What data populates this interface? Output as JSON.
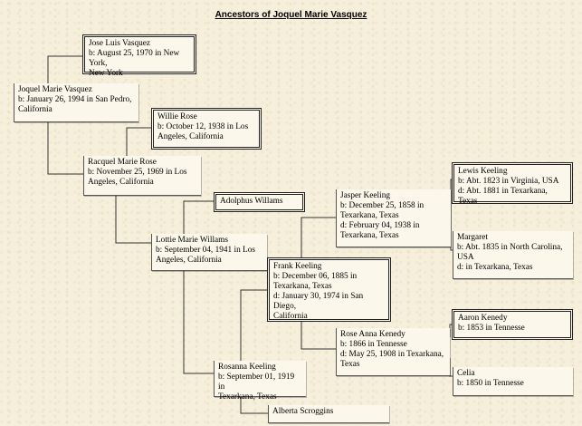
{
  "title": "Ancestors of Joquel Marie Vasquez",
  "people": {
    "jose": {
      "name": "Jose Luis Vasquez",
      "line1": "b: August 25, 1970 in New York,",
      "line2": "New York"
    },
    "joquel": {
      "name": "Joquel Marie Vasquez",
      "line1": "b: January 26, 1994 in San Pedro,",
      "line2": "California"
    },
    "willie": {
      "name": "Willie Rose",
      "line1": "b: October 12, 1938 in Los",
      "line2": "Angeles, California"
    },
    "racquel": {
      "name": "Racquel Marie Rose",
      "line1": "b: November 25, 1969 in Los",
      "line2": "Angeles, California"
    },
    "adolphus": {
      "name": "Adolphus Willams"
    },
    "lottie": {
      "name": "Lottie Marie Willams",
      "line1": "b: September 04, 1941 in Los",
      "line2": "Angeles, California"
    },
    "jasper": {
      "name": "Jasper Keeling",
      "line1": "b: December 25, 1858 in",
      "line2": "Texarkana, Texas",
      "line3": "d: February 04, 1938 in",
      "line4": "Texarkana, Texas"
    },
    "lewis": {
      "name": "Lewis Keeling",
      "line1": "b: Abt. 1823 in Virginia, USA",
      "line2": "d: Abt. 1881 in Texarkana, Texas"
    },
    "margaret": {
      "name": "Margaret",
      "line1": "b: Abt. 1835 in North Carolina,",
      "line2": "USA",
      "line3": "d: in Texarkana, Texas"
    },
    "frank": {
      "name": "Frank Keeling",
      "line1": "b: December 06, 1885 in",
      "line2": "Texarkana, Texas",
      "line3": "d: January 30, 1974 in San Diego,",
      "line4": "California"
    },
    "rose_anna": {
      "name": "Rose Anna Kenedy",
      "line1": "b: 1866 in Tennesse",
      "line2": "d: May 25, 1908 in Texarkana,",
      "line3": "Texas"
    },
    "aaron": {
      "name": "Aaron Kenedy",
      "line1": "b: 1853 in Tennesse"
    },
    "celia": {
      "name": "Celia",
      "line1": "b: 1850 in Tennesse"
    },
    "rosanna": {
      "name": "Rosanna Keeling",
      "line1": "b: September 01, 1919 in",
      "line2": "Texarkana, Texas"
    },
    "alberta": {
      "name": "Alberta Scroggins"
    }
  }
}
